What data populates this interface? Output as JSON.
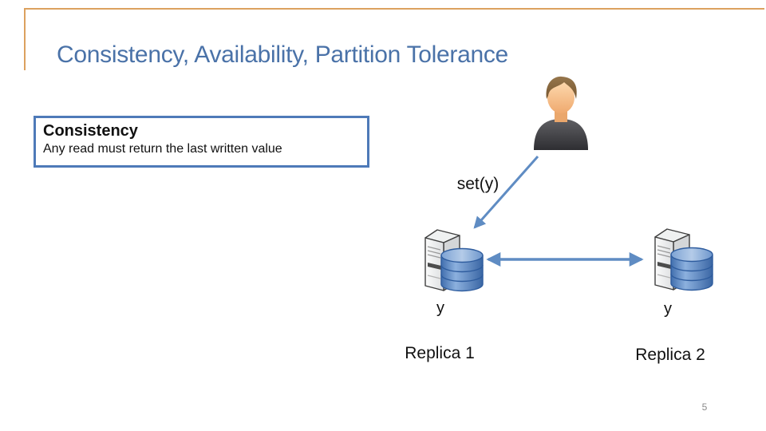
{
  "slide": {
    "title": "Consistency, Availability, Partition Tolerance",
    "page_number": "5"
  },
  "definition_box": {
    "term": "Consistency",
    "definition": "Any read must return the last written value"
  },
  "diagram": {
    "operation_label": "set(y)",
    "client_icon": "person-icon",
    "replica_icon": "server-database-icon",
    "replicas": [
      {
        "value_label": "y",
        "name": "Replica 1"
      },
      {
        "value_label": "y",
        "name": "Replica 2"
      }
    ]
  },
  "colors": {
    "title_blue": "#4a72a8",
    "box_border_blue": "#4e7ab8",
    "arrow_blue": "#5f8cc3",
    "accent_tan": "#dca15f",
    "database_blue": "#4977b5",
    "page_number_gray": "#8a8a8a"
  }
}
